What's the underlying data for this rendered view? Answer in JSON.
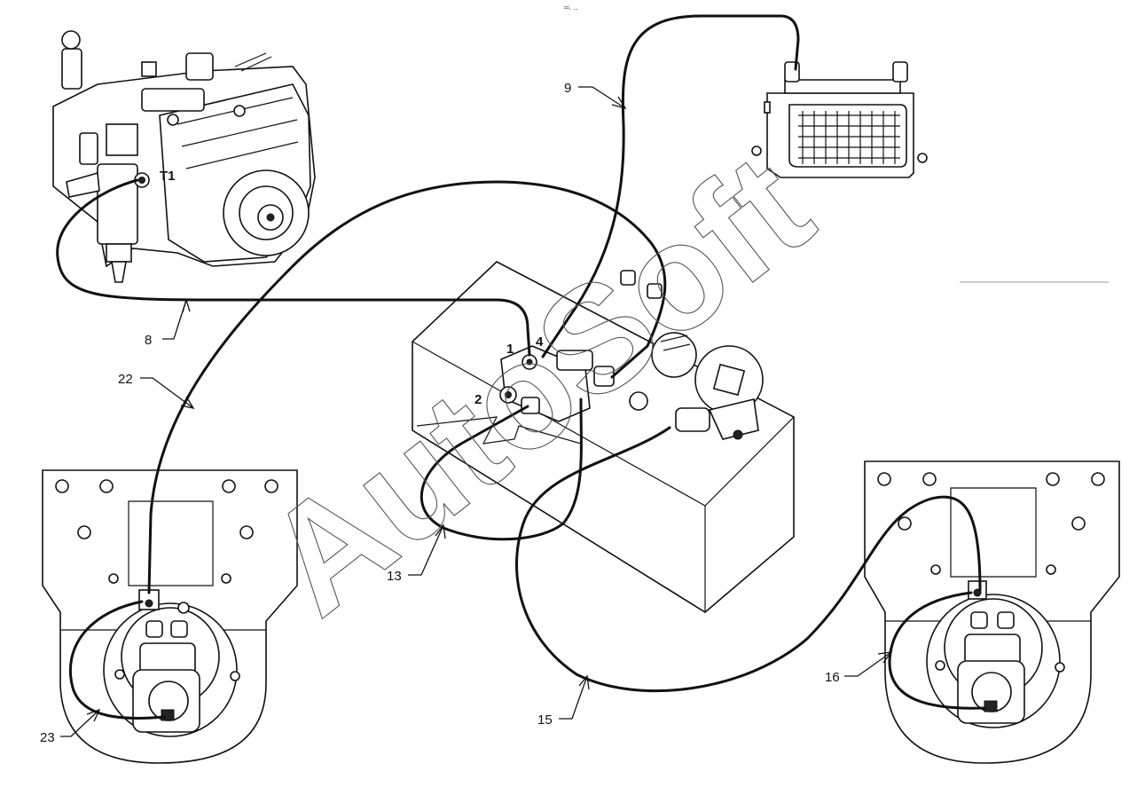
{
  "watermark": "AutoSoft",
  "header_mark": "═․ ‥",
  "callouts": {
    "hose_8": "8",
    "hose_9": "9",
    "hose_13": "13",
    "hose_15": "15",
    "hose_16": "16",
    "hose_22": "22",
    "hose_23": "23"
  },
  "ports": {
    "pump_t1": "T1",
    "valve_1": "1",
    "valve_2": "2",
    "valve_4": "4"
  },
  "components": [
    "hydraulic-pump",
    "oil-cooler",
    "hydraulic-tank",
    "valve-block",
    "oil-filter",
    "left-wheel-motor",
    "right-wheel-motor"
  ],
  "colors": {
    "line": "#111111",
    "background": "#ffffff",
    "watermark": "#555555"
  }
}
